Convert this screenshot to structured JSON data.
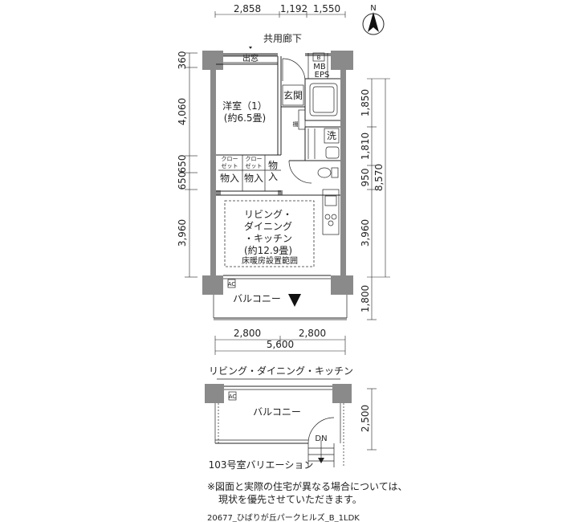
{
  "north": "N",
  "plan": {
    "corridor": "共用廊下",
    "window_out": "出窓",
    "b_mark": "B",
    "mb": "MB",
    "eps": "EPS",
    "bedroom": "洋室（1）",
    "bedroom_size": "(約6.5畳)",
    "entrance": "玄関",
    "shoe_shelf": "棚",
    "wash": "洗",
    "closet": "クロー\nゼット",
    "storage": "物入",
    "ldk_line1": "リビング・",
    "ldk_line2": "ダイニング",
    "ldk_line3": "・キッチン",
    "ldk_size": "(約12.9畳)",
    "floor_heating": "床暖房設置範囲",
    "balcony": "バルコニー",
    "ac": "AC"
  },
  "dims": {
    "top": [
      "2,858",
      "1,192",
      "1,550"
    ],
    "left": [
      "360",
      "4,060",
      "650",
      "650",
      "3,960"
    ],
    "right": [
      "1,850",
      "1,810",
      "950",
      "3,960",
      "1,800"
    ],
    "right_total": "8,570",
    "bottom": [
      "2,800",
      "2,800"
    ],
    "bottom_total": "5,600"
  },
  "variation": {
    "ldk": "リビング・ダイニング・キッチン",
    "balcony": "バルコニー",
    "dn": "DN",
    "dim": "2,500",
    "caption": "103号室バリエーション",
    "ac": "AC"
  },
  "notes": {
    "line1": "※図面と実際の住宅が異なる場合については、",
    "line2": "現状を優先させていただきます。"
  },
  "footer": "20677_ひばりが丘パークヒルズ_B_1LDK"
}
